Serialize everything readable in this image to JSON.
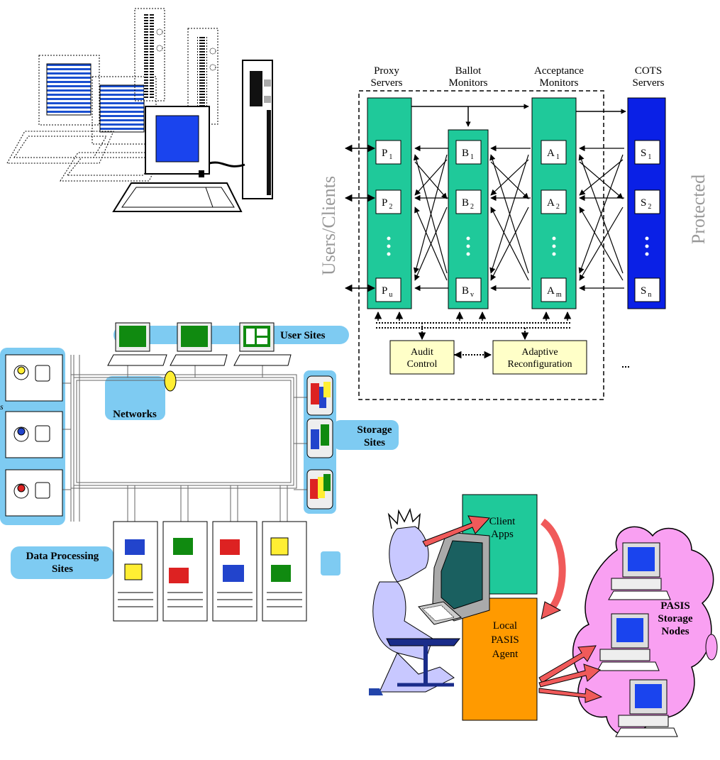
{
  "architecture": {
    "column_headers": [
      {
        "line1": "Proxy",
        "line2": "Servers"
      },
      {
        "line1": "Ballot",
        "line2": "Monitors"
      },
      {
        "line1": "Acceptance",
        "line2": "Monitors"
      },
      {
        "line1": "COTS",
        "line2": "Servers"
      }
    ],
    "side_left": "Users/Clients",
    "side_right": "Protected",
    "proxy_nodes": [
      {
        "base": "P",
        "sub": "1"
      },
      {
        "base": "P",
        "sub": "2"
      },
      {
        "base": "P",
        "sub": "u"
      }
    ],
    "ballot_nodes": [
      {
        "base": "B",
        "sub": "1"
      },
      {
        "base": "B",
        "sub": "2"
      },
      {
        "base": "B",
        "sub": "v"
      }
    ],
    "acceptance_nodes": [
      {
        "base": "A",
        "sub": "1"
      },
      {
        "base": "A",
        "sub": "2"
      },
      {
        "base": "A",
        "sub": "m"
      }
    ],
    "cots_nodes": [
      {
        "base": "S",
        "sub": "1"
      },
      {
        "base": "S",
        "sub": "2"
      },
      {
        "base": "S",
        "sub": "n"
      }
    ],
    "audit_control": {
      "line1": "Audit",
      "line2": "Control"
    },
    "adaptive_reconfiguration": {
      "line1": "Adaptive",
      "line2": "Reconfiguration"
    },
    "colors": {
      "proxy": "#1fc99a",
      "cots": "#0a20e6",
      "control": "#ffffc8"
    }
  },
  "grid": {
    "user_sites": "User Sites",
    "networks": "Networks",
    "storage_sites": {
      "line1": "Storage",
      "line2": "Sites"
    },
    "data_processing_sites": {
      "line1": "Data Processing",
      "line2": "Sites"
    },
    "left_partial_label": "s",
    "colors": {
      "label_bg": "#7ecbf2"
    }
  },
  "pasis": {
    "client_apps": {
      "line1": "Client",
      "line2": "Apps"
    },
    "local_agent": {
      "line1": "Local",
      "line2": "PASIS",
      "line3": "Agent"
    },
    "storage_nodes": {
      "line1": "PASIS",
      "line2": "Storage",
      "line3": "Nodes"
    },
    "colors": {
      "client": "#1fc99a",
      "agent": "#ff9a00",
      "cloud": "#f9a0f2",
      "arrow": "#f05a5a"
    }
  }
}
